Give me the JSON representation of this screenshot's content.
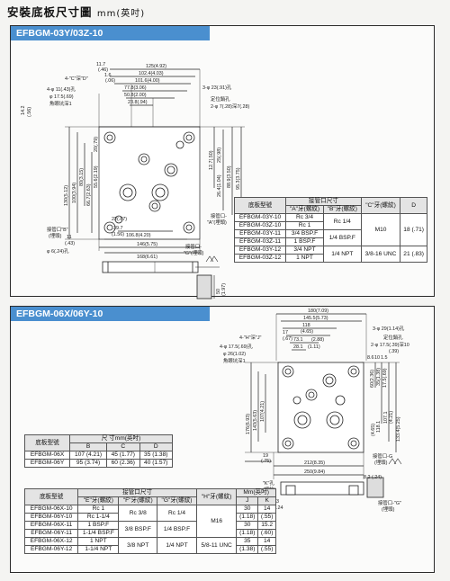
{
  "page_title": "安裝底板尺寸圖",
  "page_unit": "mm(英吋)",
  "section1": {
    "header": "EFBGM-03Y/03Z-10",
    "dims": {
      "d125": "125(4.92)",
      "d102": "102.4(4.03)",
      "d101": "101.6(4.00)",
      "d77": "77.8(3.06)",
      "d50": "50.8(2.00)",
      "d23": "23.8(.94)",
      "d11_7": "11.7",
      "d46": "(.46)",
      "d1_6": "1.6",
      "d06": "(.06)",
      "d4c": "4-\"C\"深\"D\"",
      "d4phi11": "4-φ 11(.43)孔",
      "phi17": "φ 17.5(.69)",
      "spotface": "魚眼坑深1",
      "d3phi23": "3-φ 23(.91)孔",
      "pos_hole": "定位銷孔",
      "d2phi7": "2-φ 7(.28)深7(.28)",
      "d14_2": "14.2",
      "d56": "(.56)",
      "d130": "130(5.12)",
      "d100": "100(3.94)",
      "d80": "80(3.15)",
      "d66": "66.7(2.63)",
      "d55": "55.6(2.19)",
      "d20": "20(.79)",
      "d12": "12.7(.50)",
      "d25": "25(.98)",
      "d26": "26.4(1.04)",
      "d88": "88.9(3.50)",
      "d95": "95.3(3.75)",
      "d22": "22(.87)",
      "d39": "39.7",
      "d1_56": "(1.56)",
      "d11": "11",
      "d43": "(.43)",
      "d106": "106.8(4.20)",
      "d146": "146(5.75)",
      "d168": "168(6.61)",
      "port_b_line1": "接管口\"B\"",
      "port_b_line2": "(埋頭)",
      "phi6": "φ 6(.24)孔",
      "port_a_line1": "接管口-",
      "port_a_line2": "\"A\"(埋頭)",
      "port_g_line1": "接管口-",
      "port_g_line2": "\"G\"(埋頭)",
      "d50s": "50",
      "d1_97": "(1.97)"
    },
    "table": {
      "h_model": "底板型號",
      "h_port": "接管口尺寸",
      "h_a": "\"A\"牙(螺紋)",
      "h_b": "\"B\"牙(螺紋)",
      "h_c": "\"C\"牙(螺紋)",
      "h_d": "D",
      "rows": [
        {
          "model": "EFBGM-03Y-10",
          "a": "Rc 3/4"
        },
        {
          "model": "EFBGM-03Z-10",
          "a": "Rc 1"
        },
        {
          "model": "EFBGM-03Y-11",
          "a": "3/4 BSP.F"
        },
        {
          "model": "EFBGM-03Z-11",
          "a": "1 BSP.F"
        },
        {
          "model": "EFBGM-03Y-12",
          "a": "3/4 NPT"
        },
        {
          "model": "EFBGM-03Z-12",
          "a": "1 NPT"
        }
      ],
      "b_g1": "Rc 1/4",
      "b_g2": "1/4 BSP.F",
      "b_g3": "1/4 NPT",
      "c_g1": "M10",
      "c_g2": "3/8-16 UNC",
      "d_g1": "18 (.71)",
      "d_g2": "21 (.83)"
    }
  },
  "section2": {
    "header": "EFBGM-06X/06Y-10",
    "dims": {
      "d180": "180(7.09)",
      "d145": "145.5(5.73)",
      "d118": "118",
      "d4_65": "(4.65)",
      "d73": "73.1",
      "d2_88": "(2.88)",
      "d28": "28.1",
      "d1_11": "(1.11)",
      "d17": "17",
      "d0_67": "(.67)",
      "d4h": "4-\"H\"深\"J\"",
      "d4phi17": "4-φ 17.5(.69)孔",
      "phi26": "φ 26(1.02)",
      "spotface": "魚眼坑深1",
      "d3phi29": "3-φ 29(1.14)孔",
      "pos_hole": "定位銷孔",
      "d2phi7": "2-φ 17.5(.39)深10",
      "d_39": "(.39)",
      "d176": "176(6.93)",
      "d143": "143(5.63)",
      "d107": "107(4.21)",
      "d60": "60(2.36)",
      "d35": "35(1.38)",
      "d17_5": "17.5(.69)",
      "d8_6": "8.6",
      "d10": "10",
      "d1_5": "1.5",
      "d33": "33",
      "d19": "19",
      "d75": "(.75)",
      "d212": "212(8.35)",
      "d250": "250(9.84)",
      "d118s": "118.1",
      "d4_65s": "(4.65)",
      "d107s": "107.1",
      "d4_21": "(4.21)",
      "d133": "133.4(5.25)",
      "port_g_line1": "接管口-G",
      "port_g_line2": "(埋頭)",
      "port_k_line1": "\"K\"孔",
      "port_k_line2": "(螺紋)",
      "port_f_line1": "接管口-\"G\"",
      "port_f_line2": "(埋頭)",
      "d8_2": "8.2 (.24)",
      "d1_24": "1.24"
    },
    "small_table": {
      "h_model": "底板型號",
      "h_size": "尺 寸mm(英吋)",
      "h_b": "B",
      "h_c": "C",
      "h_d": "D",
      "rows": [
        {
          "model": "EFBGM-06X",
          "b": "107 (4.21)",
          "c": "45 (1.77)",
          "d": "35 (1.38)"
        },
        {
          "model": "EFBGM-06Y",
          "b": "95 (3.74)",
          "c": "60 (2.36)",
          "d": "40 (1.57)"
        }
      ]
    },
    "table": {
      "h_model": "底板型號",
      "h_port": "接管口尺寸",
      "h_e": "\"E\"牙(螺紋)",
      "h_f": "\"F\"牙(螺紋)",
      "h_g": "\"G\"牙(螺紋)",
      "h_h": "\"H\"牙(螺紋)",
      "h_mm": "Mm(英吋)",
      "h_j": "J",
      "h_k": "K",
      "rows": [
        {
          "model": "EFBGM-06X-10",
          "e": "Rc 1"
        },
        {
          "model": "EFBGM-06Y-10",
          "e": "Rc 1-1/4"
        },
        {
          "model": "EFBGM-06X-11",
          "e": "1 BSP.F"
        },
        {
          "model": "EFBGM-06Y-11",
          "e": "1-1/4 BSP.F"
        },
        {
          "model": "EFBGM-06X-12",
          "e": "1 NPT"
        },
        {
          "model": "EFBGM-06Y-12",
          "e": "1-1/4 NPT"
        }
      ],
      "f_g1": "Rc 3/8",
      "f_g2": "3/8 BSP.F",
      "f_g3": "3/8 NPT",
      "g_g1": "Rc 1/4",
      "g_g2": "1/4 BSP.F",
      "g_g3": "1/4 NPT",
      "h_g1": "M16",
      "h_g2": "5/8-11 UNC",
      "j_1": "30",
      "j_1b": "(1.18)",
      "j_2": "30",
      "j_2b": "(1.18)",
      "j_3": "35",
      "j_3b": "(1.38)",
      "k_1": "14",
      "k_1b": "(.55)",
      "k_2": "15.2",
      "k_2b": "(.60)",
      "k_3": "14",
      "k_3b": "(.55)"
    }
  }
}
